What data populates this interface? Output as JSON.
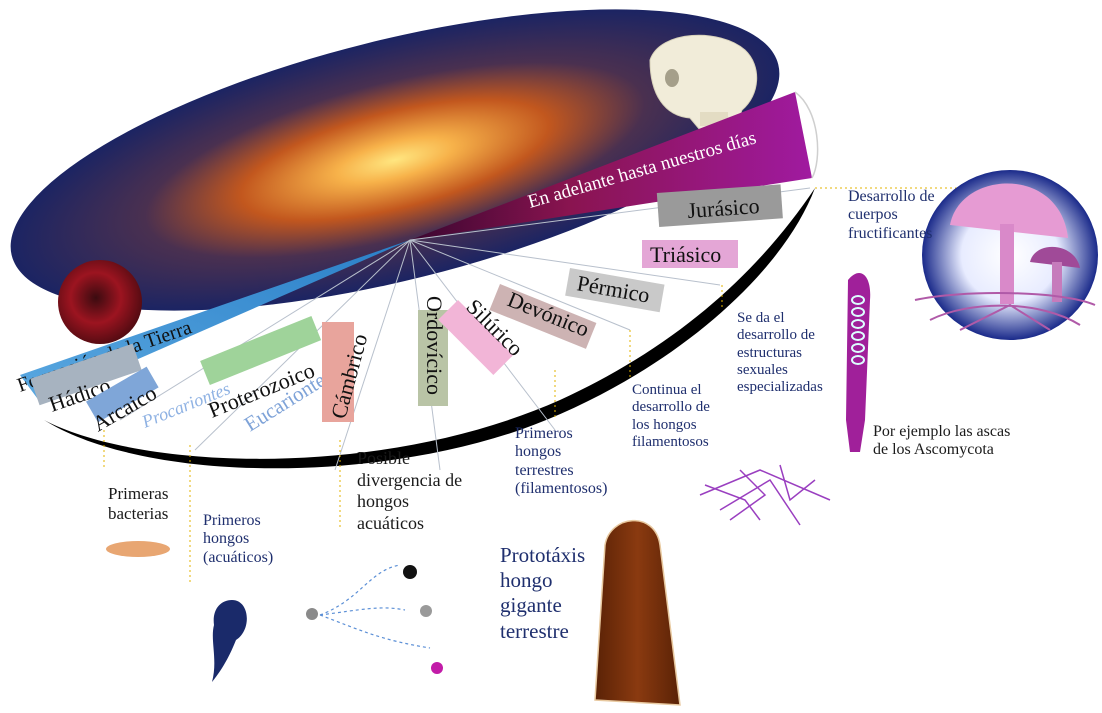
{
  "diagram": {
    "top_banner": "En adelante hasta nuestros días",
    "formation": "Formación de la Tierra",
    "eons": [
      {
        "label": "Hádico",
        "color": "#a7b3c0"
      },
      {
        "label": "Arcaico",
        "color": "#7fa6d8"
      },
      {
        "label": "Procariontes",
        "color": "#8fb2e3"
      },
      {
        "label": "Proterozoico",
        "color": "#9fd39a"
      },
      {
        "label": "Eucariontes",
        "color": "#8fb2e3"
      },
      {
        "label": "Cámbrico",
        "color": "#e8a49c"
      },
      {
        "label": "Ordovícico",
        "color": "#b9c4a6"
      },
      {
        "label": "Silúrico",
        "color": "#f2b5d7"
      },
      {
        "label": "Devónico",
        "color": "#cdb3b3"
      },
      {
        "label": "Pérmico",
        "color": "#c9c9c9"
      },
      {
        "label": "Triásico",
        "color": "#e4a6d6"
      },
      {
        "label": "Jurásico",
        "color": "#9a9a9a"
      }
    ],
    "annotations": {
      "bacteria": [
        "Primeras",
        "bacterias"
      ],
      "aquatic_fungi": [
        "Primeros",
        "hongos",
        "(acuáticos)"
      ],
      "divergence": [
        "Posible",
        "divergencia de",
        "hongos",
        "acuáticos"
      ],
      "terrestrial_fungi": [
        "Primeros",
        "hongos",
        "terrestres",
        "(filamentosos)"
      ],
      "prototaxis": [
        "Prototáxis",
        "hongo",
        "gigante",
        "terrestre"
      ],
      "filamentous": [
        "Continua el",
        "desarrollo de",
        "los hongos",
        "filamentosos"
      ],
      "sexual": [
        "Se da el",
        "desarrollo de",
        "estructuras",
        "sexuales",
        "especializadas"
      ],
      "fruiting": [
        "Desarrollo de",
        "cuerpos",
        "fructificantes"
      ],
      "asci": [
        "Por ejemplo las ascas",
        "de los Ascomycota"
      ]
    }
  }
}
